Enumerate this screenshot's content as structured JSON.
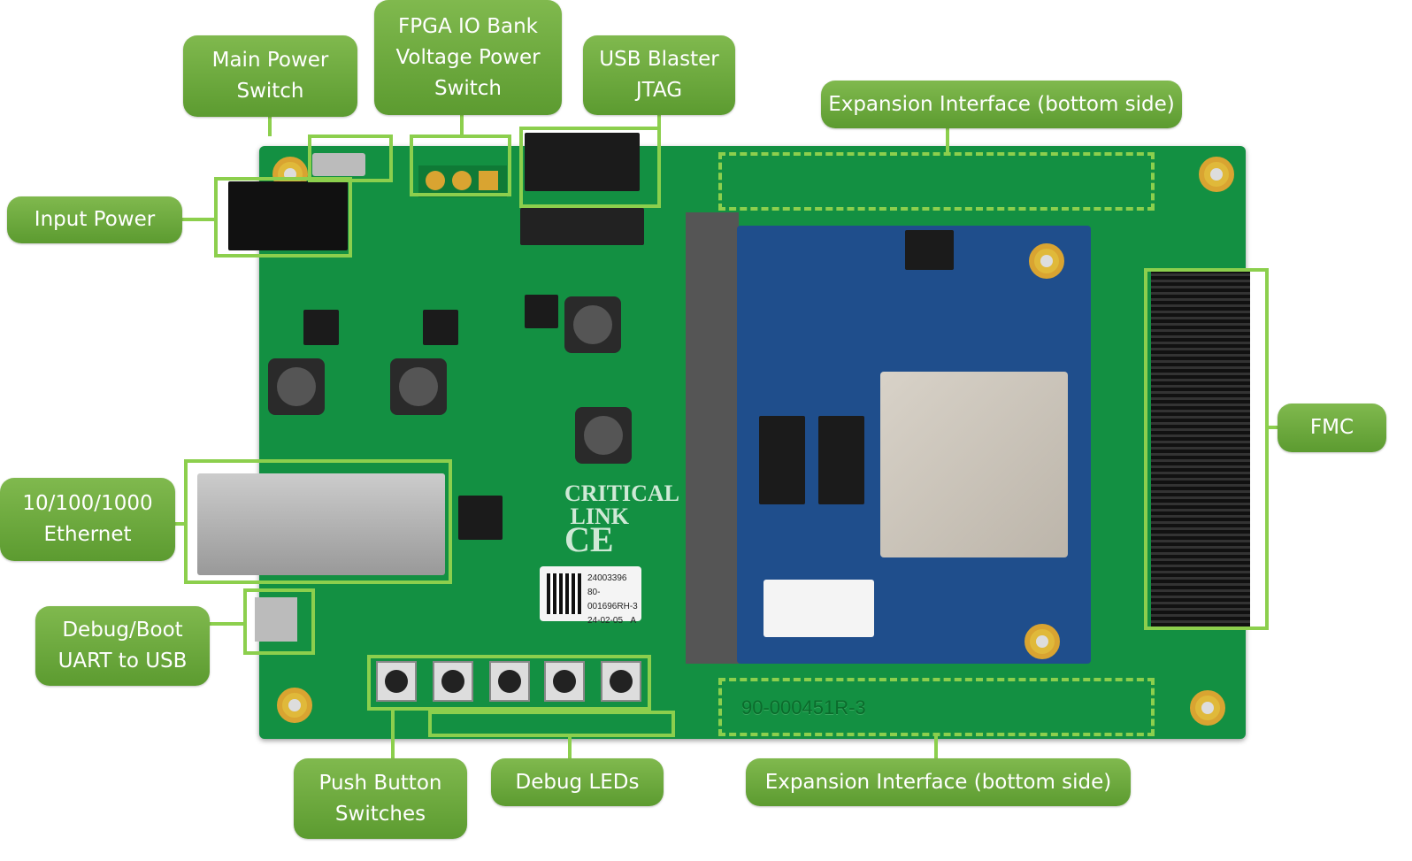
{
  "labels": {
    "main_power_switch": "Main Power\nSwitch",
    "fpga_io_bank": "FPGA IO Bank\nVoltage Power\nSwitch",
    "usb_blaster": "USB Blaster\nJTAG",
    "expansion_top": "Expansion Interface (bottom side)",
    "input_power": "Input Power",
    "fmc": "FMC",
    "ethernet": "10/100/1000\nEthernet",
    "debug_uart": "Debug/Boot\nUART to USB",
    "push_buttons": "Push Button\nSwitches",
    "debug_leds": "Debug LEDs",
    "expansion_bottom": "Expansion Interface (bottom side)"
  },
  "board": {
    "logo": "Critical Link",
    "sticker": {
      "line1": "24003396",
      "line2": "80-001696RH-3",
      "line3": "24-02-05",
      "rev": "A"
    },
    "part_number": "90-000451R-3"
  },
  "colors": {
    "label_top": "#80b94e",
    "label_bottom": "#5c9b30",
    "highlight": "#8ccf4d",
    "pcb": "#139042",
    "module": "#1f4e8c"
  }
}
